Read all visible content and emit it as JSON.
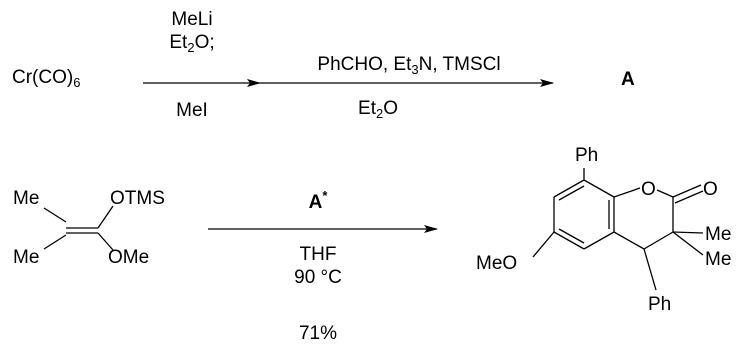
{
  "row1": {
    "reactant": {
      "main": "Cr(CO)",
      "sub": "6"
    },
    "step1_above_line1": "MeLi",
    "step1_above_line2": {
      "pre": "Et",
      "sub": "2",
      "post": "O;"
    },
    "step1_below": "MeI",
    "step2_above": {
      "pre": "PhCHO, Et",
      "sub": "3",
      "post": "N, TMSCl"
    },
    "step2_below": {
      "pre": "Et",
      "sub": "2",
      "post": "O"
    },
    "product": "A"
  },
  "row2": {
    "reactant": {
      "me_top": "Me",
      "me_bottom": "Me",
      "otms": "OTMS",
      "ome": "OMe"
    },
    "reagent": {
      "main": "A",
      "sup": "*"
    },
    "solvent": "THF",
    "temperature": "90 °C",
    "yield": "71%",
    "product": {
      "ph_top": "Ph",
      "ring_o": "O",
      "carbonyl_o": "O",
      "me_1": "Me",
      "me_2": "Me",
      "meo": "MeO",
      "ph_bottom": "Ph"
    }
  }
}
